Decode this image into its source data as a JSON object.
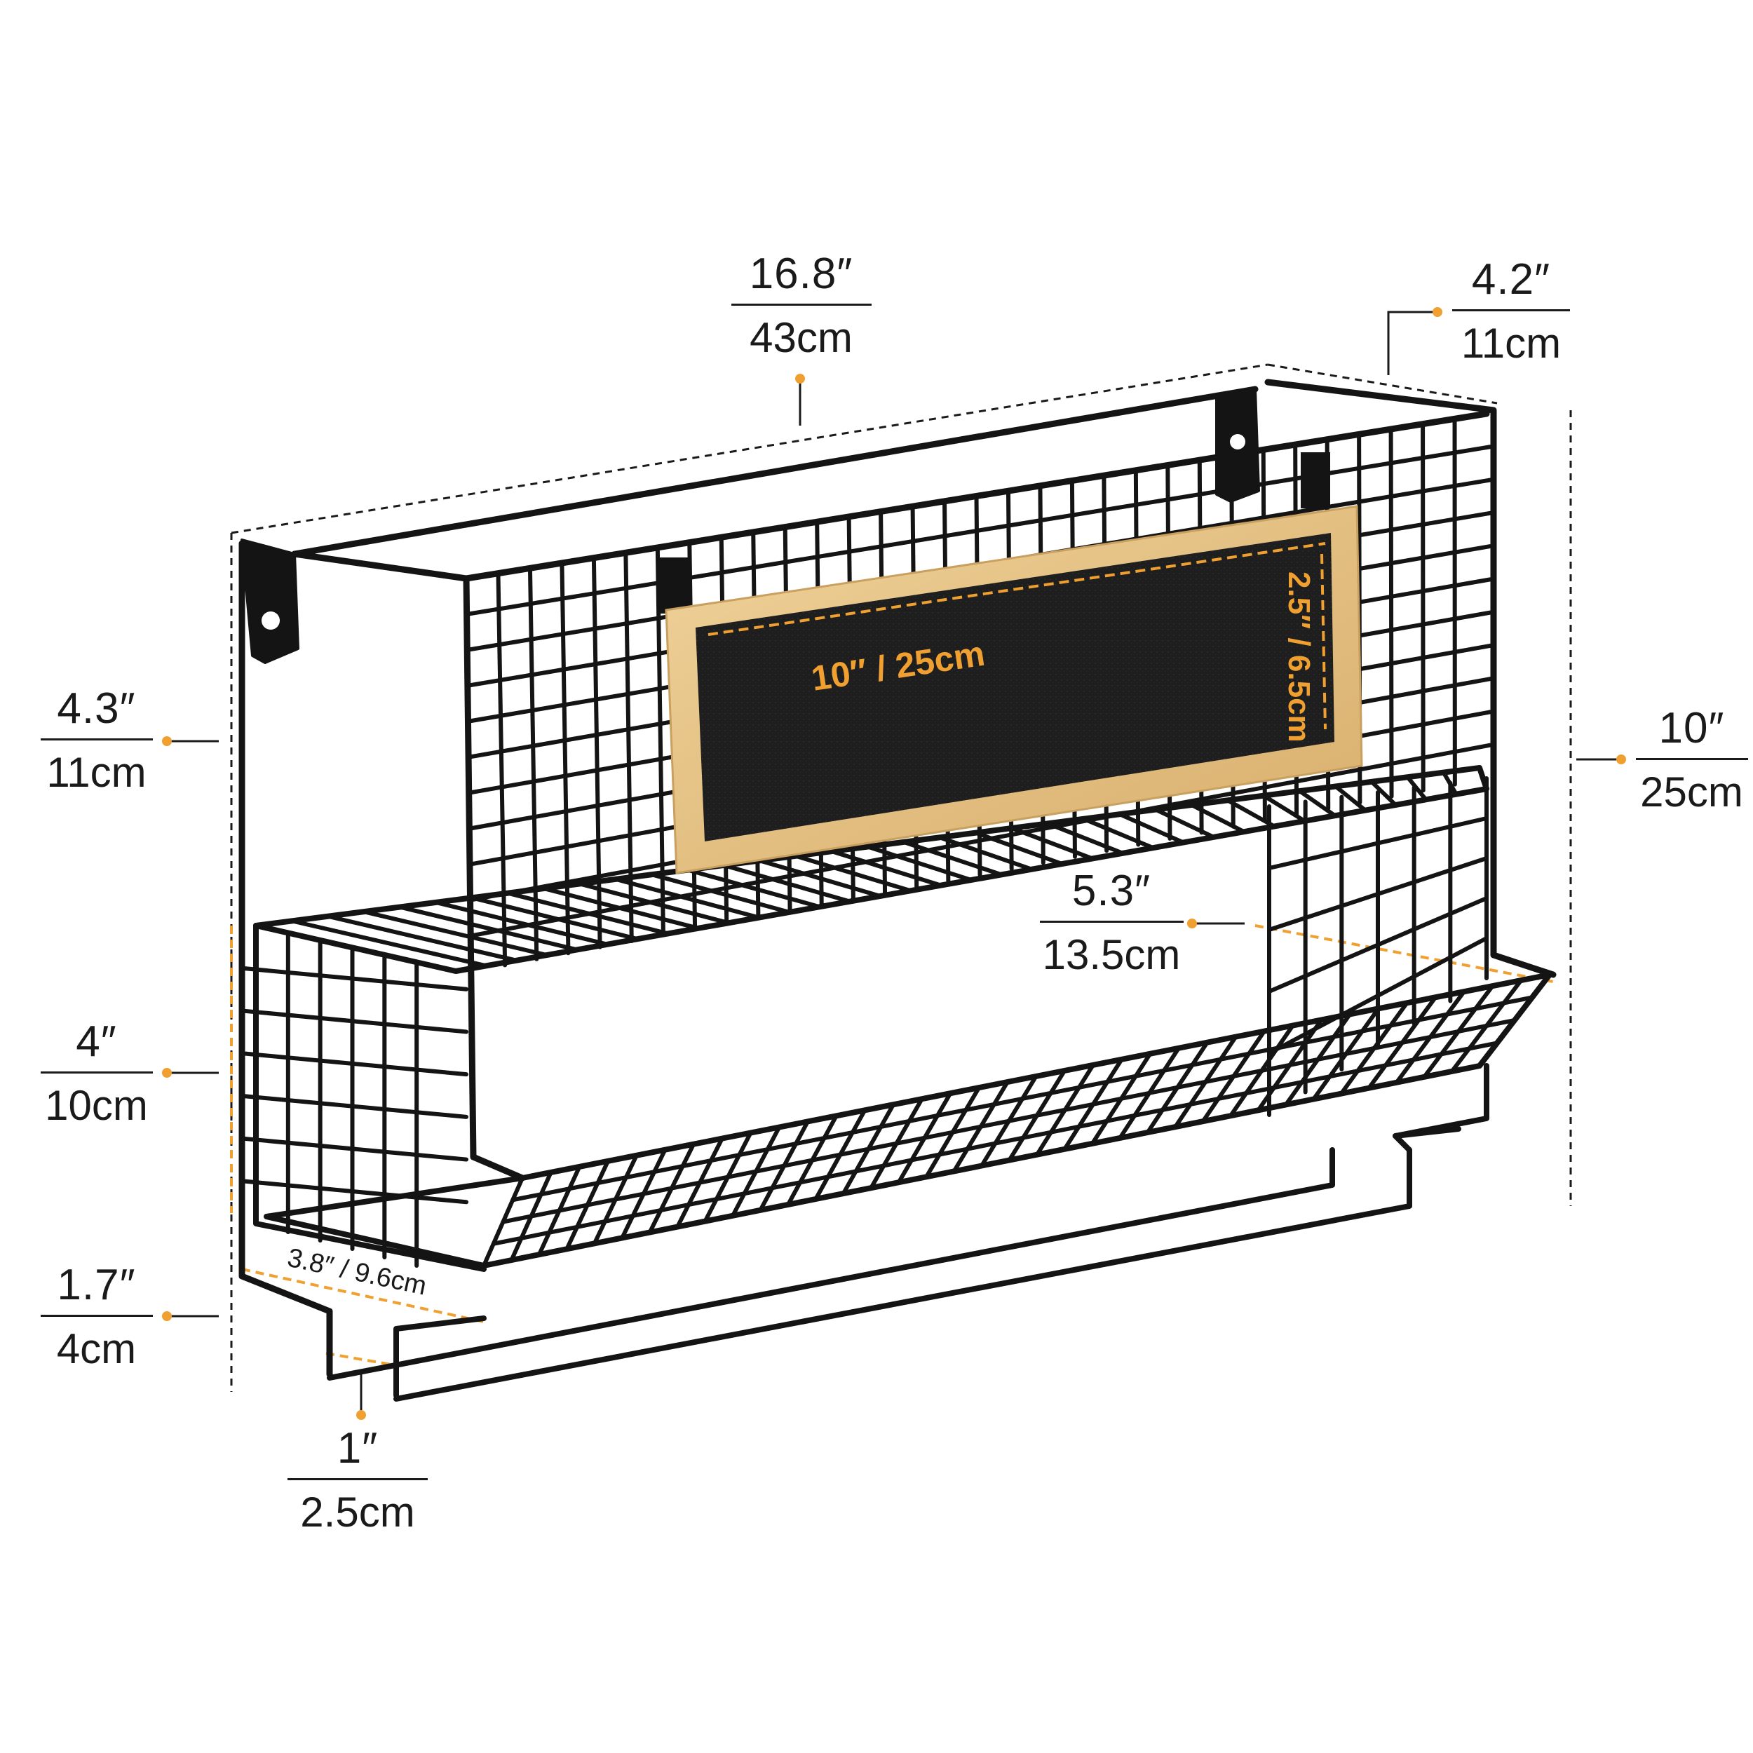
{
  "colors": {
    "wire": "#141414",
    "accent": "#f0a030",
    "wood": "#e9c98d",
    "chalkboard": "#1c1c1c"
  },
  "dimensions": {
    "width": {
      "inch": "16.8″",
      "cm": "43cm"
    },
    "depth": {
      "inch": "4.2″",
      "cm": "11cm"
    },
    "upper_height": {
      "inch": "4.3″",
      "cm": "11cm"
    },
    "total_height": {
      "inch": "10″",
      "cm": "25cm"
    },
    "lower_depth": {
      "inch": "5.3″",
      "cm": "13.5cm"
    },
    "lower_height": {
      "inch": "4″",
      "cm": "10cm"
    },
    "bar_drop": {
      "inch": "1.7″",
      "cm": "4cm"
    },
    "bar_gap": {
      "inch": "1″",
      "cm": "2.5cm"
    },
    "shelf_depth": {
      "label": "3.8″ / 9.6cm"
    }
  },
  "chalkboard": {
    "width_label": "10″ / 25cm",
    "height_label": "2.5″ / 6.5cm"
  }
}
